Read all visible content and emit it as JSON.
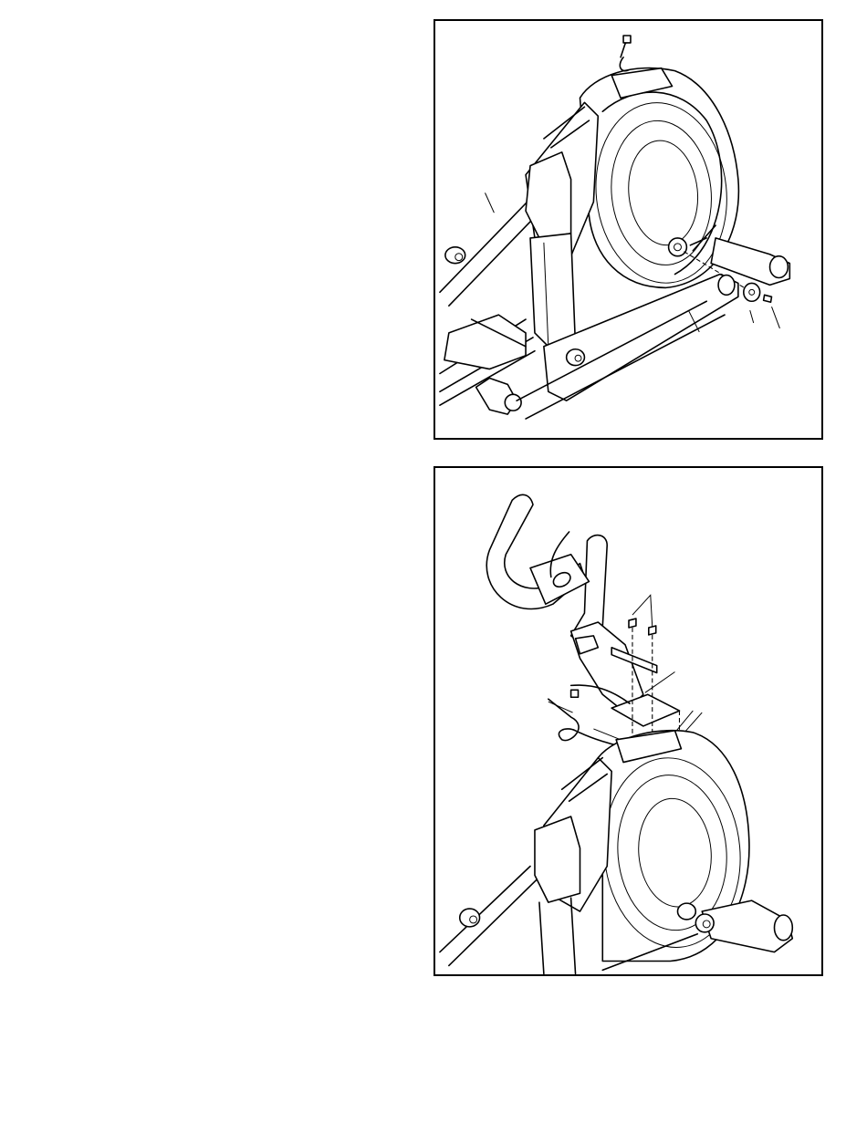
{
  "figures": [
    {
      "id": "figure-1",
      "contents": "flywheel-housing-and-frame-assembly"
    },
    {
      "id": "figure-2",
      "contents": "upright-and-handlebar-attachment"
    }
  ],
  "colors": {
    "line": "#000000",
    "background": "#ffffff"
  }
}
